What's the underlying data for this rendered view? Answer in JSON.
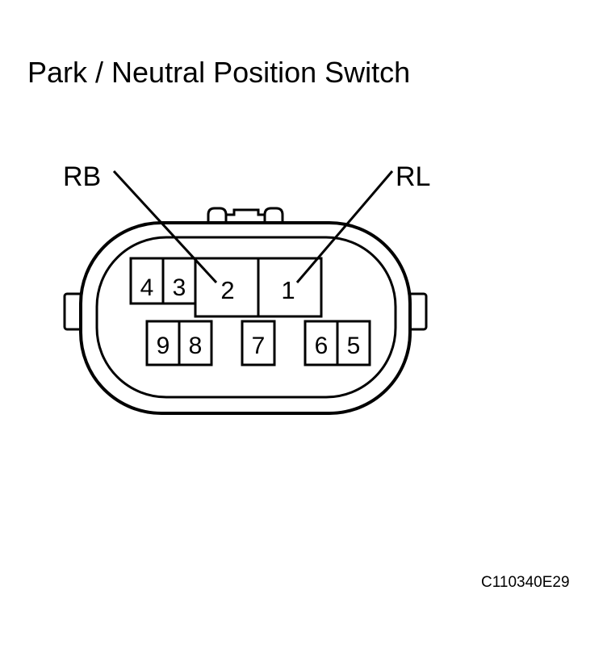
{
  "title": "Park / Neutral Position Switch",
  "callouts": {
    "left": "RB",
    "right": "RL"
  },
  "pins": {
    "p1": "1",
    "p2": "2",
    "p3": "3",
    "p4": "4",
    "p5": "5",
    "p6": "6",
    "p7": "7",
    "p8": "8",
    "p9": "9"
  },
  "figure_code": "C110340E29"
}
